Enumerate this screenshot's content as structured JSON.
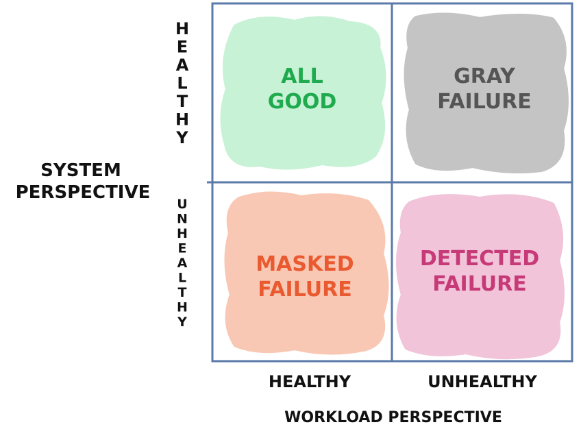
{
  "y_axis": {
    "title_line1": "SYSTEM",
    "title_line2": "PERSPECTIVE",
    "top_label": "HEALTHY",
    "bottom_label": "UNHEALTHY"
  },
  "x_axis": {
    "left_label": "HEALTHY",
    "right_label": "UNHEALTHY",
    "title": "WORKLOAD PERSPECTIVE"
  },
  "quadrants": [
    {
      "line1": "ALL",
      "line2": "GOOD",
      "fill": "#c7f2d6",
      "text_color": "#1faa4e"
    },
    {
      "line1": "GRAY",
      "line2": "FAILURE",
      "fill": "#c4c4c4",
      "text_color": "#555555"
    },
    {
      "line1": "MASKED",
      "line2": "FAILURE",
      "fill": "#f9c8b4",
      "text_color": "#ea5a30"
    },
    {
      "line1": "DETECTED",
      "line2": "FAILURE",
      "fill": "#f1c4d9",
      "text_color": "#c73a78"
    }
  ],
  "colors": {
    "grid": "#5a7aa8",
    "text": "#111111"
  }
}
